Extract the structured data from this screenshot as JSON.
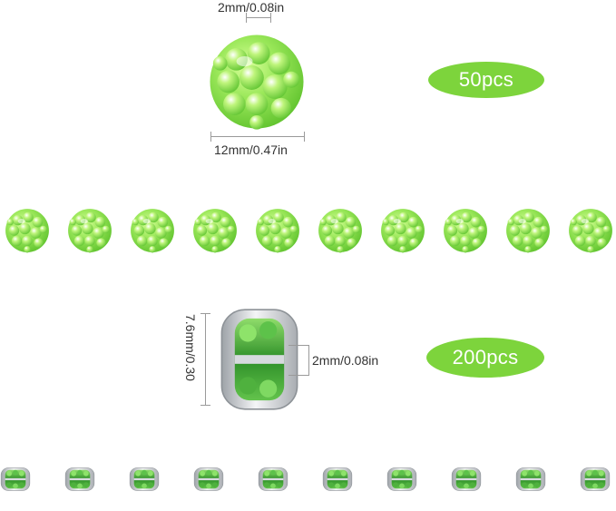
{
  "colors": {
    "accent_green": "#7dd43c",
    "bead_green": "#8ee34d",
    "crystal_green": "#3da232",
    "silver": "#d7dade",
    "dim_line": "#9a9a9a"
  },
  "top_bead": {
    "hole_label": "2mm/0.08in",
    "diameter_label": "12mm/0.47in",
    "quantity": "50pcs",
    "row_count": 10
  },
  "spacer": {
    "height_label": "7.6mm/0.30",
    "thickness_label": "2mm/0.08in",
    "quantity": "200pcs",
    "row_count": 10
  }
}
